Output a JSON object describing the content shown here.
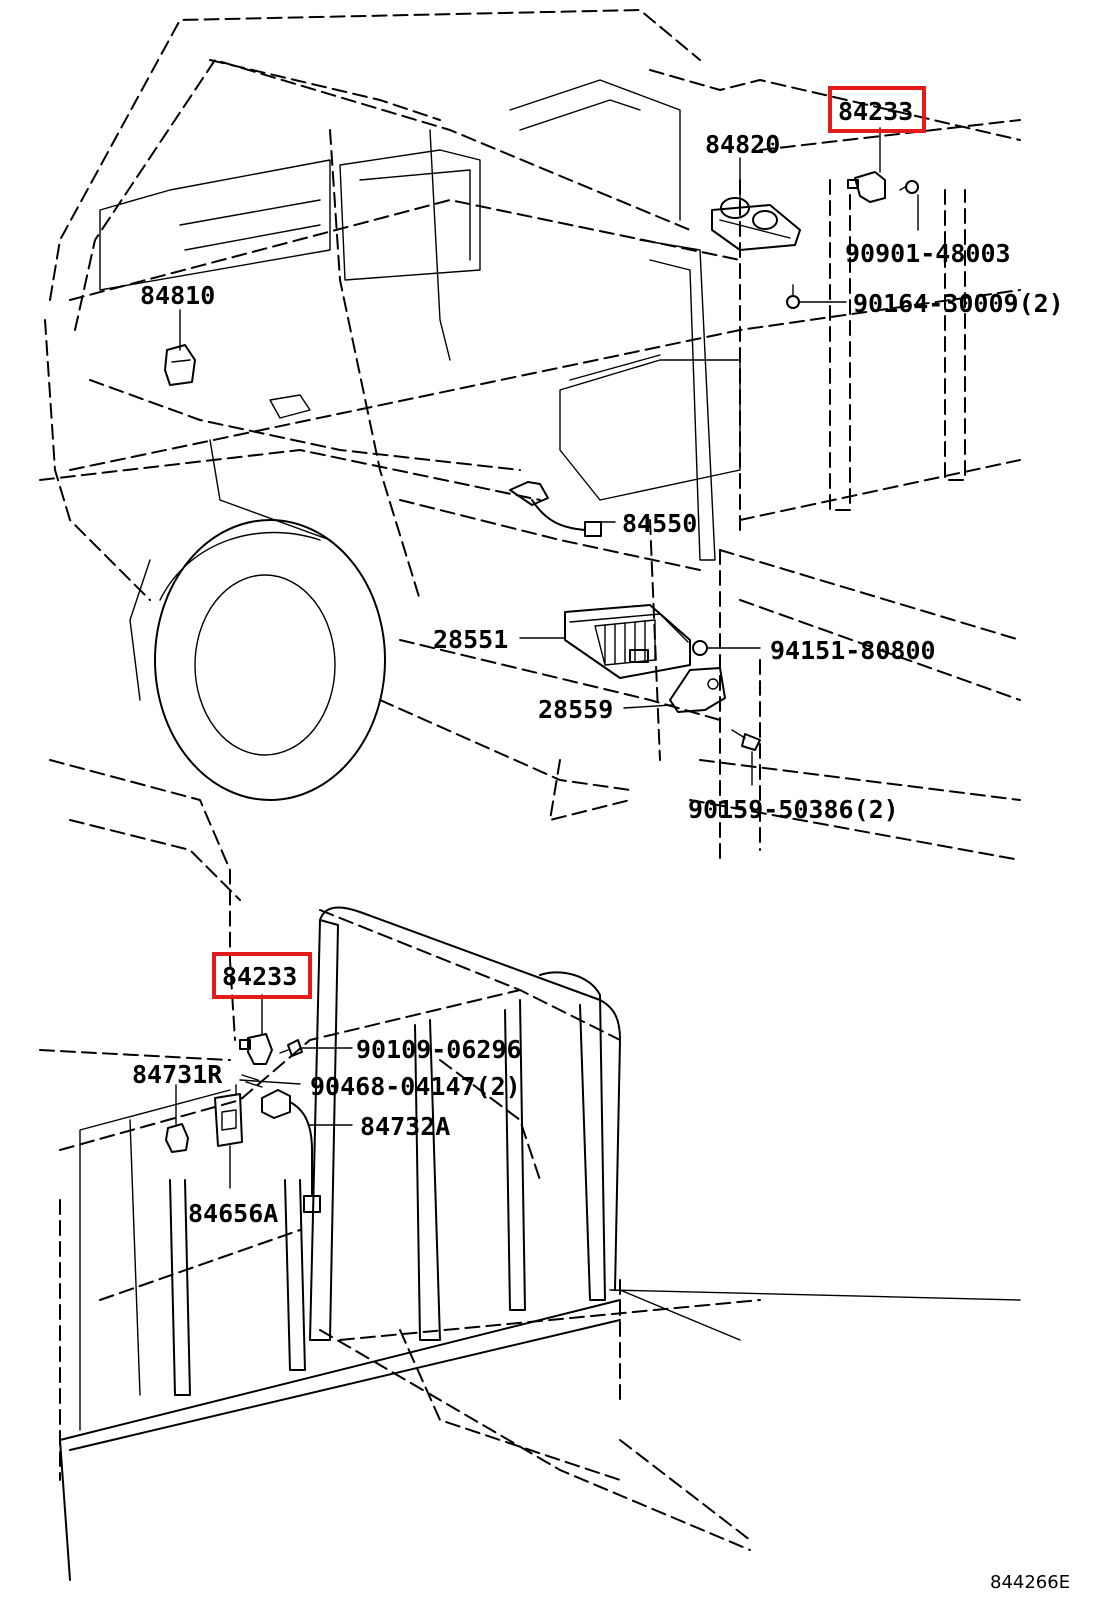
{
  "diagram_ref": "844266E",
  "highlight_color": "#e31b1b",
  "callouts": {
    "p84233_top": "84233",
    "p84820": "84820",
    "p90901": "90901-48003",
    "p90164": "90164-30009(2)",
    "p84810": "84810",
    "p84550": "84550",
    "p28551": "28551",
    "p94151": "94151-80800",
    "p28559": "28559",
    "p90159": "90159-50386(2)",
    "p84233_bottom": "84233",
    "p90109": "90109-06296",
    "p84731R": "84731R",
    "p90468": "90468-04147(2)",
    "p84732A": "84732A",
    "p84656A": "84656A"
  }
}
